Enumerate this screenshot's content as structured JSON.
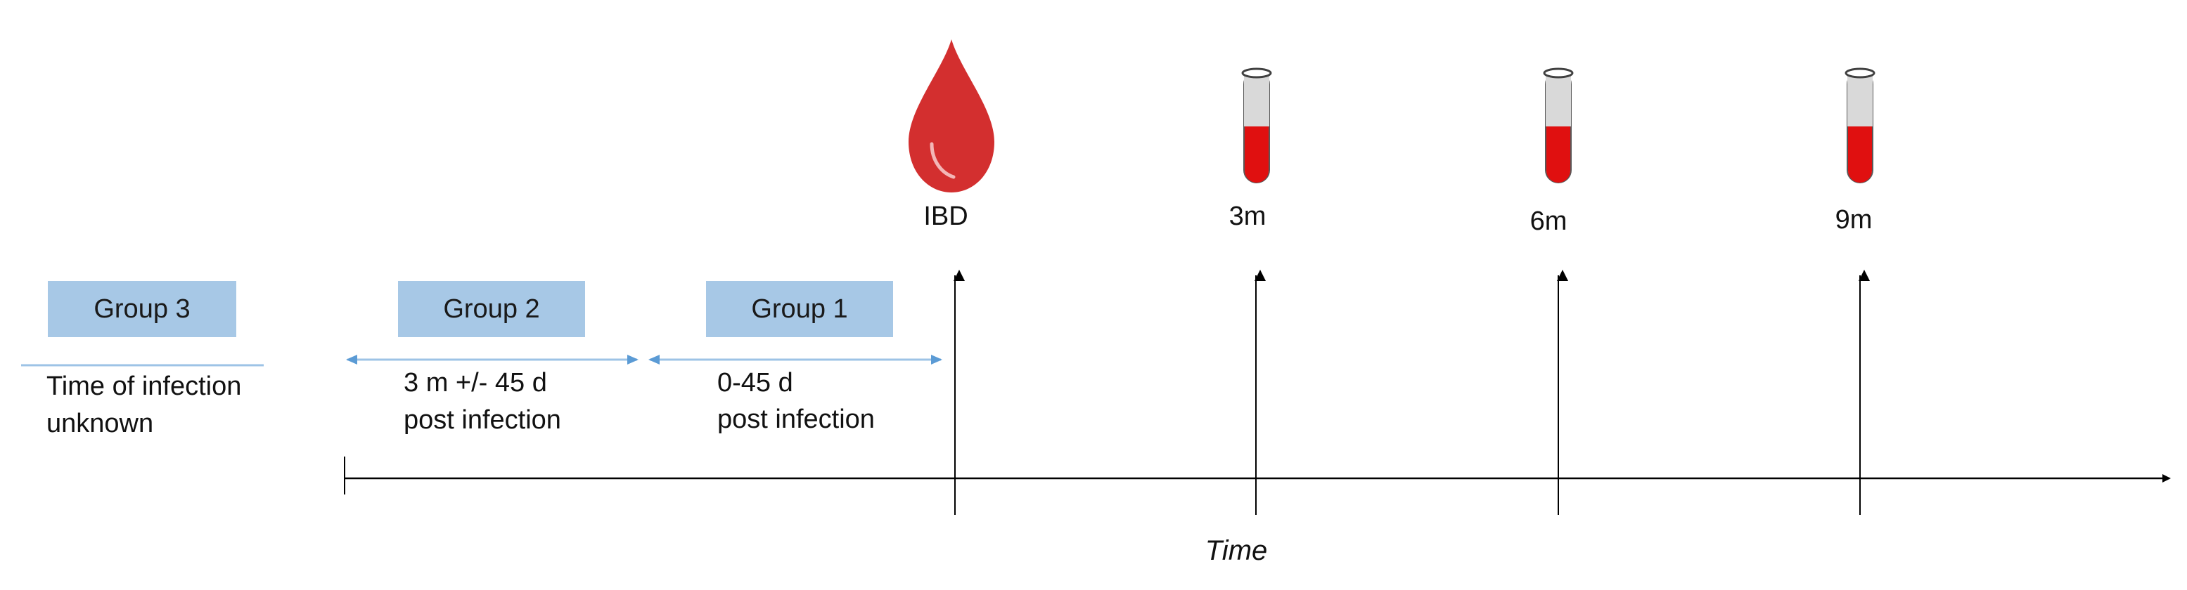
{
  "groups": [
    {
      "label": "Group 3",
      "description": [
        "Time of infection",
        "unknown"
      ]
    },
    {
      "label": "Group 2",
      "description": [
        "3 m +/- 45 d",
        "post infection"
      ]
    },
    {
      "label": "Group 1",
      "description": [
        "0-45 d",
        "post infection"
      ]
    }
  ],
  "timepoints": [
    {
      "label": "IBD",
      "icon": "blood-drop-icon"
    },
    {
      "label": "3m",
      "icon": "test-tube-icon"
    },
    {
      "label": "6m",
      "icon": "test-tube-icon"
    },
    {
      "label": "9m",
      "icon": "test-tube-icon"
    }
  ],
  "axis": {
    "label": "Time"
  },
  "colors": {
    "group_box": "#a7c8e6",
    "range_arrow": "#5b9bd5",
    "blood": "#d32f2f",
    "tube_fill": "#e01010",
    "tube_glass": "#d9d9d9",
    "axis": "#000000"
  }
}
